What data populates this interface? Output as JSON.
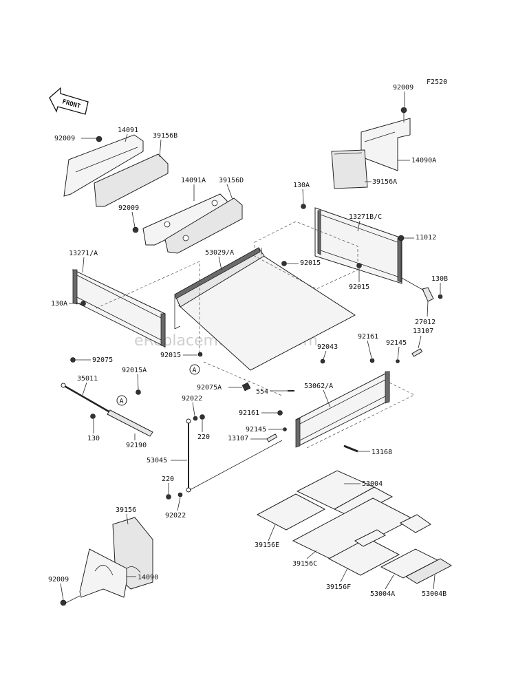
{
  "diagram": {
    "code": "F2520",
    "front_label": "FRONT",
    "watermark": "eReplacementParts.com",
    "labels": {
      "p92009_top": "92009",
      "p14090A": "14090A",
      "p39156A": "39156A",
      "p92009_left": "92009",
      "p14091": "14091",
      "p39156B": "39156B",
      "p14091A": "14091A",
      "p39156D": "39156D",
      "p92009_mid": "92009",
      "p130A_top": "130A",
      "p13271BC": "13271B/C",
      "p11012": "11012",
      "p13271A": "13271/A",
      "p53029A": "53029/A",
      "p92015_mid": "92015",
      "p92015_right": "92015",
      "p130B": "130B",
      "p130A_left": "130A",
      "p27012": "27012",
      "p13107_top": "13107",
      "p92161_top": "92161",
      "p92145_top": "92145",
      "p92043": "92043",
      "p92015_low": "92015",
      "p92075": "92075",
      "p92015A": "92015A",
      "p35011": "35011",
      "p92075A": "92075A",
      "p554": "554",
      "p53062A": "53062/A",
      "p92022_top": "92022",
      "p220_top": "220",
      "p130": "130",
      "p92190": "92190",
      "p92161_low": "92161",
      "p92145_low": "92145",
      "p13107_low": "13107",
      "p13168": "13168",
      "p53045": "53045",
      "p220_low": "220",
      "p92022_low": "92022",
      "p53004": "53004",
      "p39156": "39156",
      "p92009_bot": "92009",
      "p14090": "14090",
      "p39156E": "39156E",
      "p39156C": "39156C",
      "p39156F": "39156F",
      "p53004A": "53004A",
      "p53004B": "53004B",
      "callout_a": "A"
    }
  }
}
